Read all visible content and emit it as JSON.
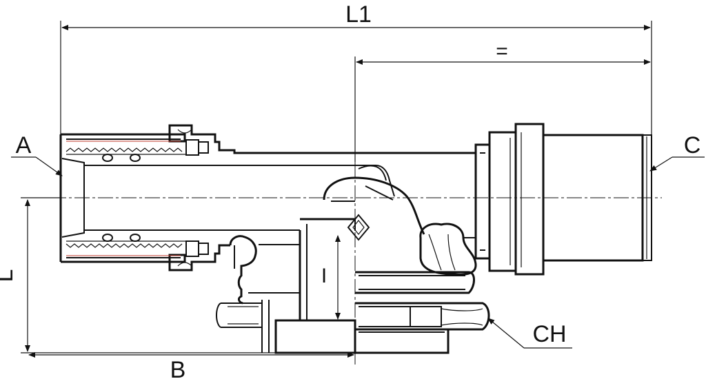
{
  "labels": {
    "overall_length": "L1",
    "equal_mark": "=",
    "port_a": "A",
    "port_c": "C",
    "height": "L",
    "base_length": "B",
    "hex": "CH",
    "insert_height": "I"
  },
  "colors": {
    "line": "#111111",
    "pipe_liner": "#c0392b",
    "background": "#ffffff"
  }
}
